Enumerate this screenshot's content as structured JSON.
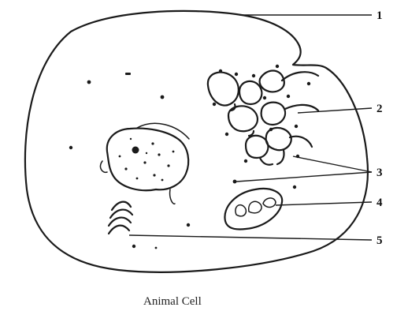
{
  "caption": "Animal Cell",
  "labels": {
    "l1": "1",
    "l2": "2",
    "l3": "3",
    "l4": "4",
    "l5": "5"
  }
}
